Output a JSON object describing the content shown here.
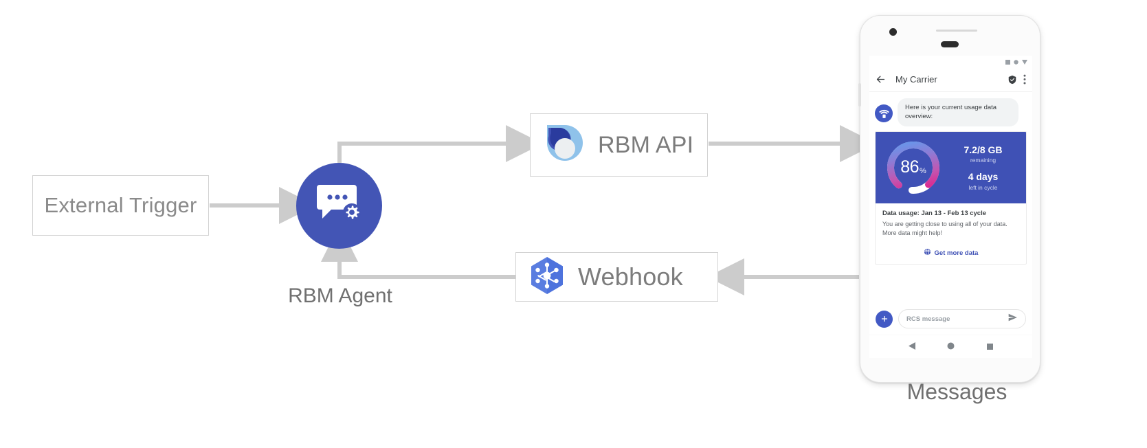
{
  "diagram": {
    "nodes": {
      "external_trigger": {
        "label": "External Trigger"
      },
      "rbm_agent": {
        "caption": "RBM Agent",
        "icon": "chat-gear-icon"
      },
      "rbm_api": {
        "label": "RBM API",
        "icon": "rbm-api-droplet-icon"
      },
      "webhook": {
        "label": "Webhook",
        "icon": "cloud-functions-hexagon-icon"
      },
      "messages": {
        "caption": "Messages"
      }
    },
    "colors": {
      "agent_blue": "#4355b5",
      "card_indigo": "#3f51b5",
      "connector_gray": "#cccccc",
      "label_gray": "#707070"
    }
  },
  "phone": {
    "status_bar": {
      "icons": [
        "signal-icon",
        "wifi-dot-icon",
        "battery-icon"
      ]
    },
    "app_bar": {
      "back_icon": "back-arrow-icon",
      "title": "My Carrier",
      "verified_icon": "verified-shield-icon",
      "overflow_icon": "overflow-menu-icon"
    },
    "conversation": {
      "incoming_message": "Here is your current usage data overview:",
      "avatar_icon": "carrier-wifi-avatar-icon"
    },
    "rich_card": {
      "gauge": {
        "percent": "86",
        "percent_symbol": "%",
        "value": 86
      },
      "stats": [
        {
          "main": "7.2/8 GB",
          "sub": "remaining"
        },
        {
          "main": "4 days",
          "sub": "left in cycle"
        }
      ],
      "title": "Data usage: Jan 13 - Feb 13 cycle",
      "description": "You are getting close to using all of your data. More data might help!",
      "action": {
        "icon": "globe-icon",
        "label": "Get more data"
      }
    },
    "composer": {
      "plus_icon": "plus-icon",
      "placeholder": "RCS message",
      "send_icon": "send-icon"
    },
    "nav_bar": {
      "icons": [
        "nav-back-triangle-icon",
        "nav-home-circle-icon",
        "nav-recents-square-icon"
      ]
    }
  }
}
